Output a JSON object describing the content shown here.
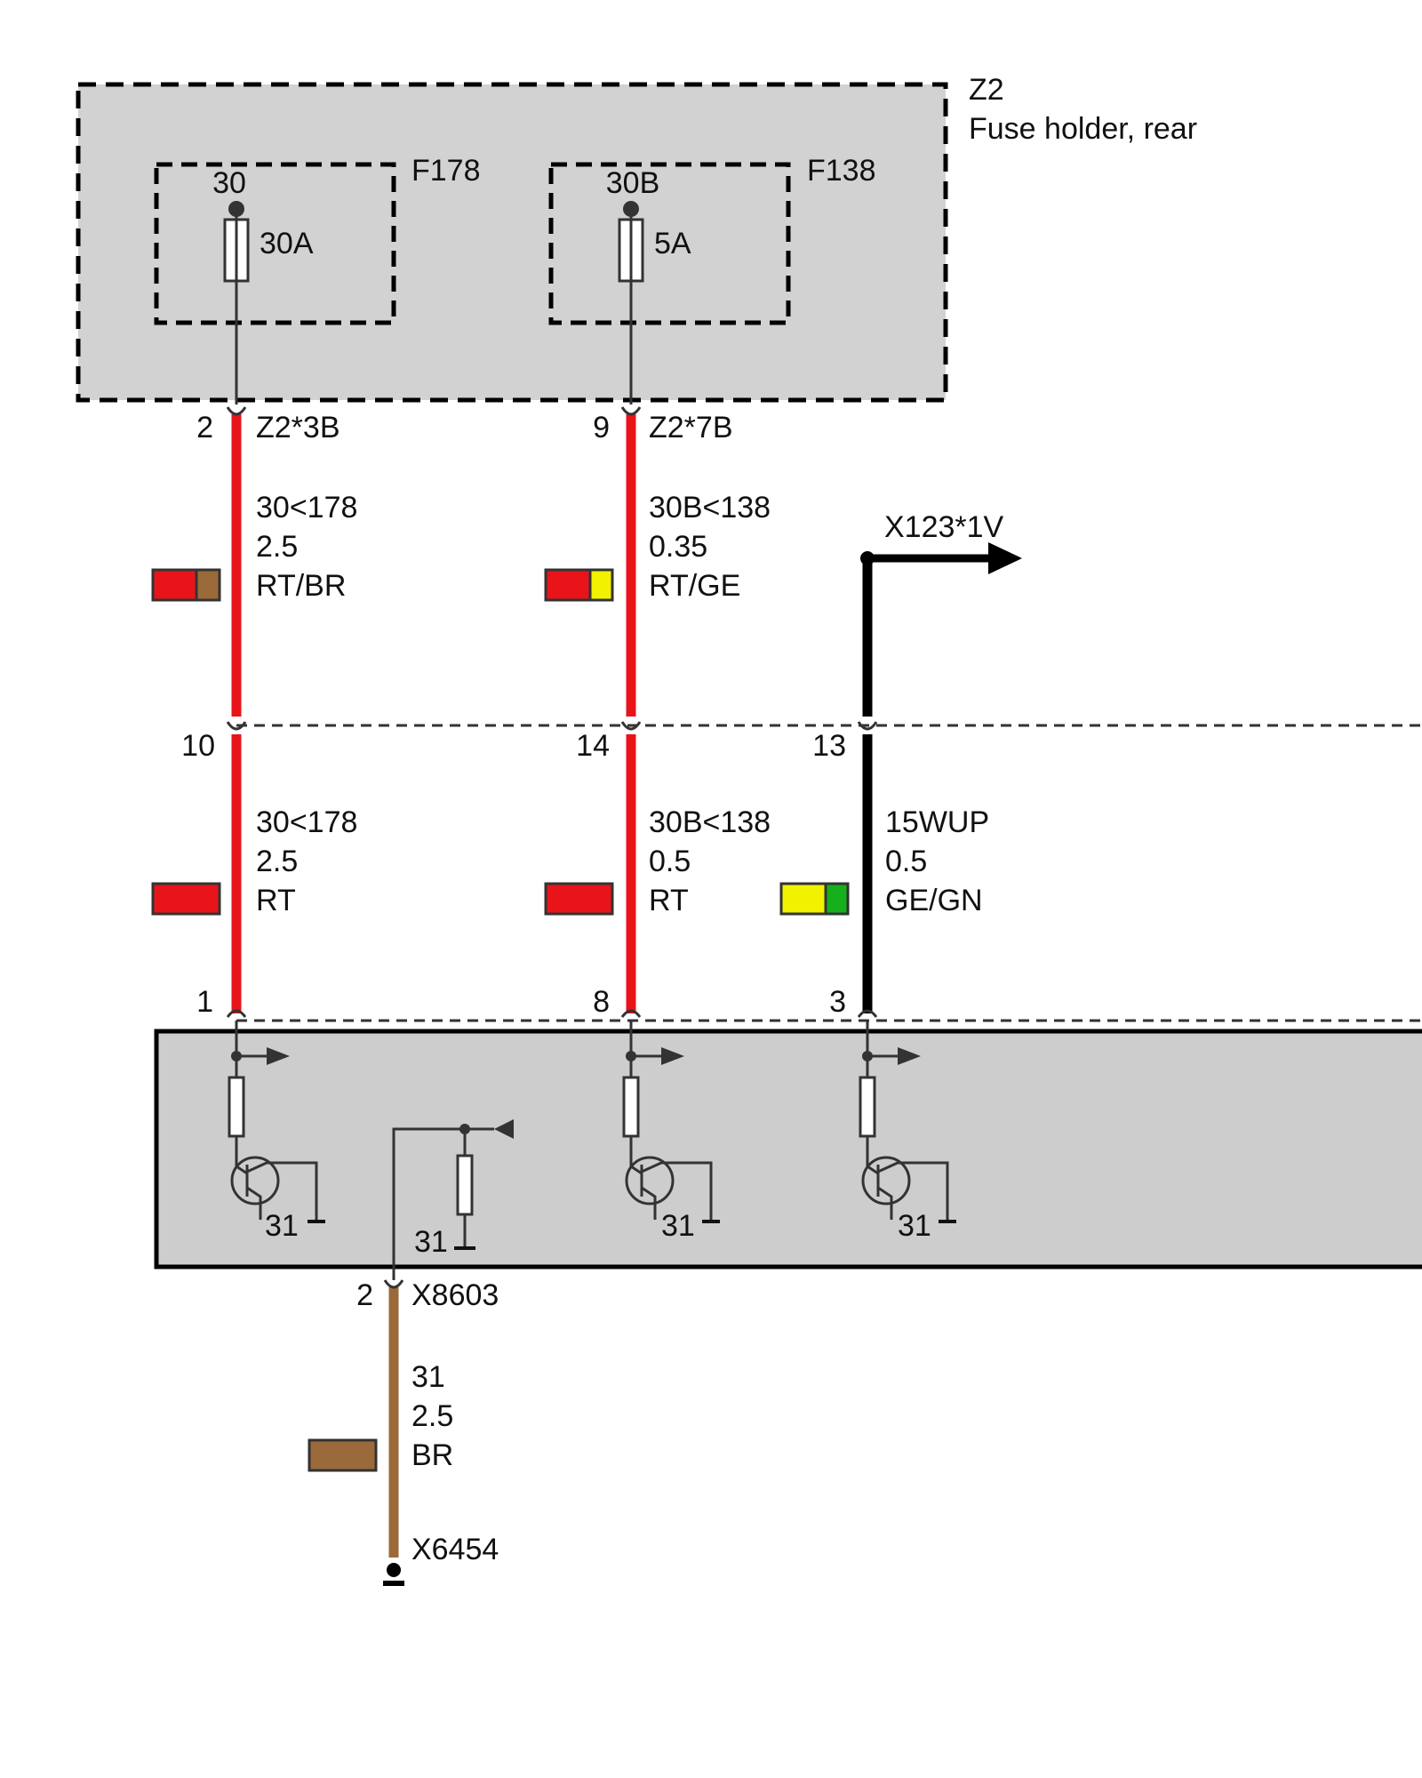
{
  "colors": {
    "RT": "#e8141a",
    "BR": "#9a6a3a",
    "GE": "#f2f200",
    "GN": "#16b01c",
    "black": "#000000",
    "module_fill": "#cdcdcd",
    "stroke": "#333333"
  },
  "fuse_holder": {
    "id": "Z2",
    "name": "Fuse holder, rear",
    "fuses": [
      {
        "id": "F178",
        "terminal": "30",
        "rating": "30A"
      },
      {
        "id": "F138",
        "terminal": "30B",
        "rating": "5A"
      }
    ]
  },
  "connectors": {
    "z2_left": {
      "pin": "2",
      "name": "Z2*3B"
    },
    "z2_right": {
      "pin": "9",
      "name": "Z2*7B"
    },
    "branch": {
      "name": "X123*1V"
    },
    "mid_pins": [
      "10",
      "14",
      "13"
    ],
    "module_pins": [
      "1",
      "8",
      "3"
    ],
    "ground_conn": {
      "pin": "2",
      "name": "X8603"
    },
    "ground_point": {
      "name": "X6454"
    }
  },
  "wires": {
    "upper_left": {
      "signal": "30<178",
      "size": "2.5",
      "color_code": "RT/BR",
      "swatch": [
        "RT",
        "BR"
      ]
    },
    "upper_right": {
      "signal": "30B<138",
      "size": "0.35",
      "color_code": "RT/GE",
      "swatch": [
        "RT",
        "GE"
      ]
    },
    "lower_left": {
      "signal": "30<178",
      "size": "2.5",
      "color_code": "RT",
      "swatch": [
        "RT"
      ]
    },
    "lower_mid": {
      "signal": "30B<138",
      "size": "0.5",
      "color_code": "RT",
      "swatch": [
        "RT"
      ]
    },
    "lower_right": {
      "signal": "15WUP",
      "size": "0.5",
      "color_code": "GE/GN",
      "swatch": [
        "GE",
        "GN"
      ]
    },
    "ground": {
      "signal": "31",
      "size": "2.5",
      "color_code": "BR",
      "swatch": [
        "BR"
      ]
    }
  },
  "module": {
    "ground_labels": [
      "31",
      "31",
      "31",
      "31"
    ]
  }
}
